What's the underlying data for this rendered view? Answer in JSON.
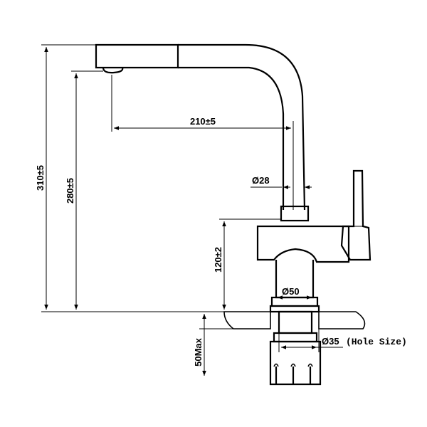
{
  "dimensions": {
    "total_height": "310±5",
    "spout_height": "280±5",
    "reach": "210±5",
    "spout_diameter": "Ø28",
    "handle_height": "120±2",
    "base_diameter": "Ø50",
    "hole_size_value": "Ø35",
    "hole_size_note": "(Hole Size)",
    "max_deck_thickness": "50Max"
  },
  "colors": {
    "line": "#000000",
    "background": "#ffffff",
    "countertop_speckle": "#555555"
  }
}
